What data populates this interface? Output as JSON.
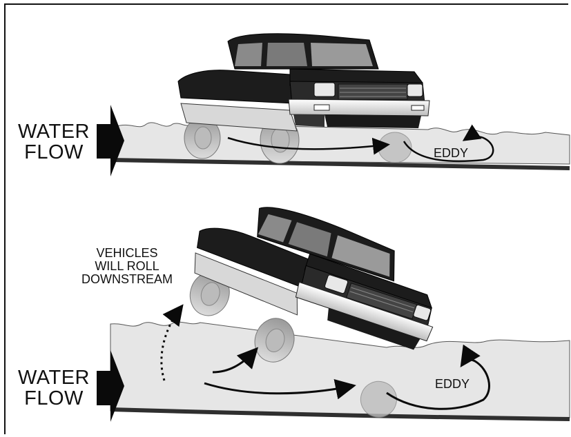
{
  "panels": [
    {
      "id": "normal",
      "water_flow_line1": "WATER",
      "water_flow_line2": "FLOW",
      "eddy": "EDDY"
    },
    {
      "id": "rolling",
      "water_flow_line1": "WATER",
      "water_flow_line2": "FLOW",
      "eddy": "EDDY",
      "warning_line1": "VEHICLES",
      "warning_line2": "WILL ROLL",
      "warning_line3": "DOWNSTREAM"
    }
  ],
  "colors": {
    "water": "#e6e6e6",
    "ground": "#2f2f2f",
    "truck_body": "#1c1c1c",
    "truck_lower": "#d8d8d8",
    "arrow": "#0a0a0a"
  }
}
